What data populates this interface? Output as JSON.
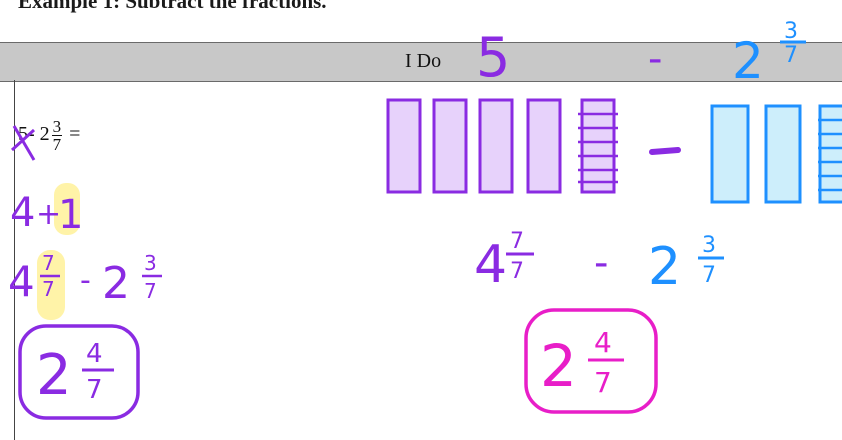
{
  "heading": "Example 1: Subtract the fractions.",
  "header": {
    "title": "I Do"
  },
  "problem": {
    "whole": "5",
    "minus": "- 2",
    "numerator": "3",
    "denominator": "7",
    "equals": "="
  },
  "annotations": {
    "top_whole": "5",
    "top_minus": "-",
    "top_mixed_whole": "2",
    "top_num": "3",
    "top_den": "7",
    "left_line1_a": "4",
    "left_line1_plus": "+",
    "left_line1_b": "1",
    "left_line2_whole": "4",
    "left_line2_num": "7",
    "left_line2_den": "7",
    "left_line2_minus": "-",
    "left_line2_mixed_whole": "2",
    "left_line2_num2": "3",
    "left_line2_den2": "7",
    "left_answer_whole": "2",
    "left_answer_num": "4",
    "left_answer_den": "7",
    "mid_whole": "4",
    "mid_num": "7",
    "mid_den": "7",
    "mid_minus": "-",
    "mid_mixed_whole": "2",
    "mid_num2": "3",
    "mid_den2": "7",
    "mid_answer_whole": "2",
    "mid_answer_num": "4",
    "mid_answer_den": "7"
  },
  "colors": {
    "purple": "#8a2be2",
    "blue": "#1e90ff",
    "pink": "#e81ec8",
    "highlight": "#fff3a8"
  }
}
